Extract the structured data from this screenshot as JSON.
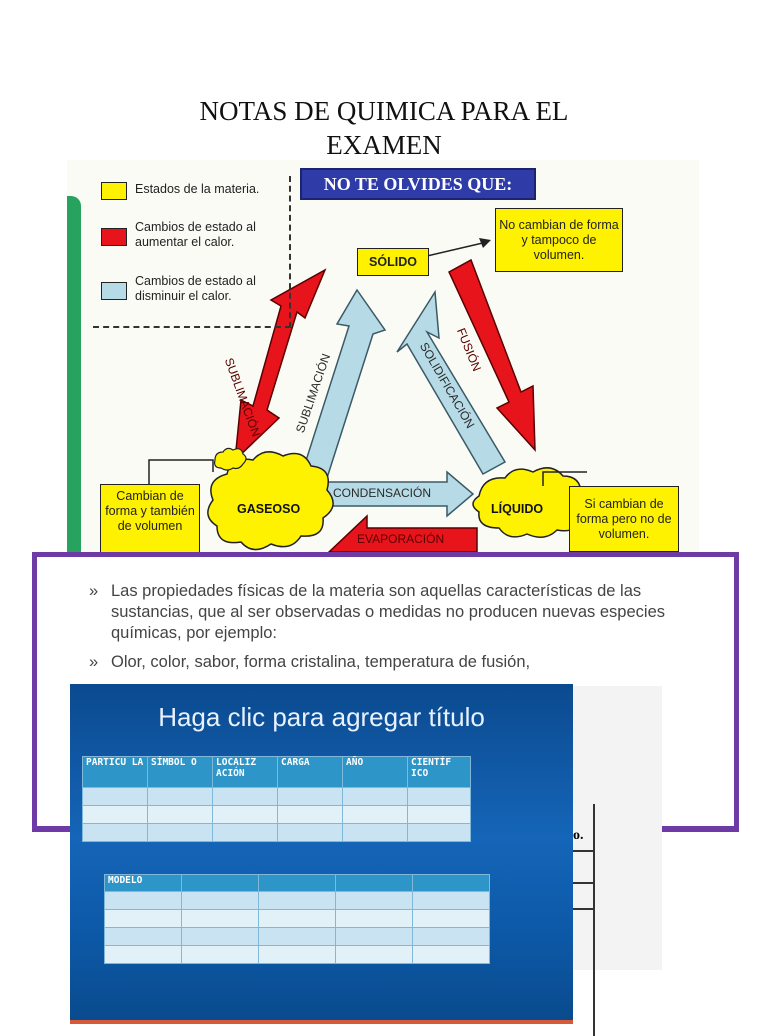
{
  "page_title_line1": "NOTAS DE QUIMICA PARA EL",
  "page_title_line2": "EXAMEN",
  "diagram": {
    "banner": "NO TE OLVIDES QUE:",
    "legend": [
      {
        "color": "#fff200",
        "text": "Estados de la materia."
      },
      {
        "color": "#e8141c",
        "text": "Cambios de estado al aumentar el calor."
      },
      {
        "color": "#b6dbe6",
        "text": "Cambios de estado al disminuir el calor."
      }
    ],
    "states": {
      "solid": "SÓLIDO",
      "gas": "GASEOSO",
      "liquid": "LÍQUIDO"
    },
    "notes": {
      "solid": "No cambian de forma y tampoco de volumen.",
      "gas": "Cambian de forma y también de volumen",
      "liquid": "Si cambian de forma pero no de volumen."
    },
    "arrows": {
      "sublimacion_red": "SUBLIMACIÓN",
      "sublimacion_blue": "SUBLIMACIÓN",
      "solidificacion": "SOLIDIFICACIÓN",
      "fusion": "FUSIÓN",
      "condensacion": "CONDENSACIÓN",
      "evaporacion": "EVAPORACIÓN"
    }
  },
  "slide": {
    "bullets": [
      "Las propiedades físicas de la materia son aquellas características de las sustancias, que al ser observadas o medidas no producen nuevas especies químicas, por ejemplo:",
      "Olor, color, sabor, forma cristalina, temperatura de fusión,"
    ],
    "bullet_mark": "»"
  },
  "blue_slide": {
    "title": "Haga clic para agregar título",
    "table1_headers": [
      "PARTICU LA",
      "SÍMBOL O",
      "LOCALIZ ACIÓN",
      "CARGA",
      "AÑO",
      "CIENTÍF ICO"
    ],
    "table2_headers": [
      "MODELO",
      "",
      "",
      "",
      "",
      ""
    ]
  },
  "right_fragment_text": "o."
}
